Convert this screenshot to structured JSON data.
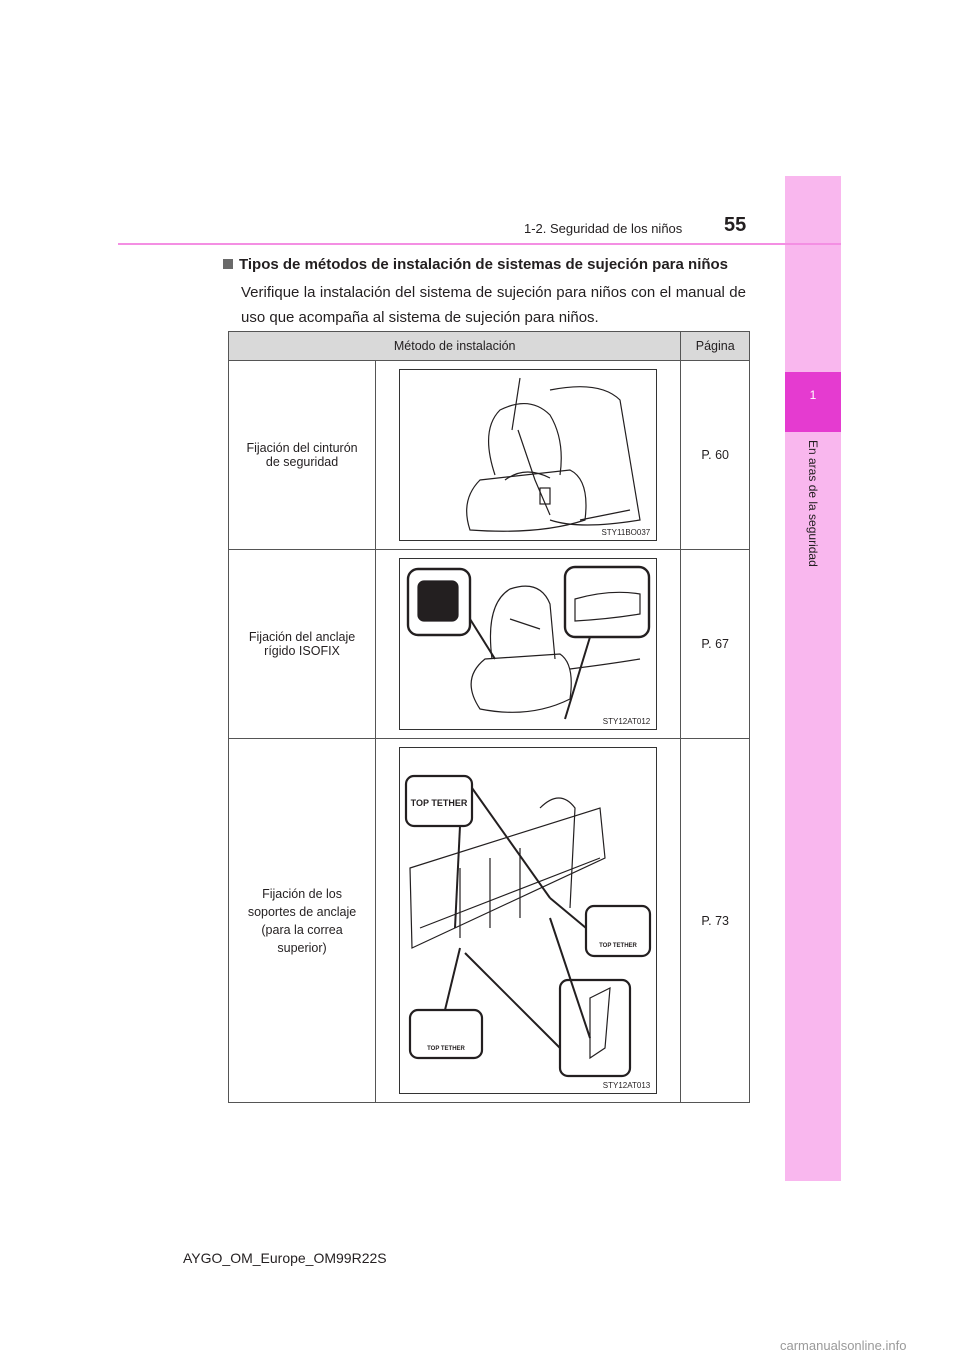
{
  "header": {
    "page_number": "55",
    "section": "1-2. Seguridad de los niños"
  },
  "side_tab": {
    "chapter_number": "1",
    "chapter_label": "En aras de la seguridad"
  },
  "heading": "Tipos de métodos de instalación de sistemas de sujeción para niños",
  "intro": "Verifique la instalación del sistema de sujeción para niños con el manual de uso que acompaña al sistema de sujeción para niños.",
  "table": {
    "headers": [
      "Método de instalación",
      "Página"
    ],
    "rows": [
      {
        "method": "Fijación del cinturón de seguridad",
        "image_code": "STY11BO037",
        "page": "P. 60"
      },
      {
        "method": "Fijación del anclaje rígido ISOFIX",
        "image_code": "STY12AT012",
        "page": "P. 67"
      },
      {
        "method": "Fijación de los soportes de anclaje (para la correa superior)",
        "image_code": "STY12AT013",
        "page": "P. 73"
      }
    ]
  },
  "illustration_labels": {
    "top_tether": "TOP TETHER"
  },
  "footer": "AYGO_OM_Europe_OM99R22S",
  "watermark": "carmanualsonline.info"
}
